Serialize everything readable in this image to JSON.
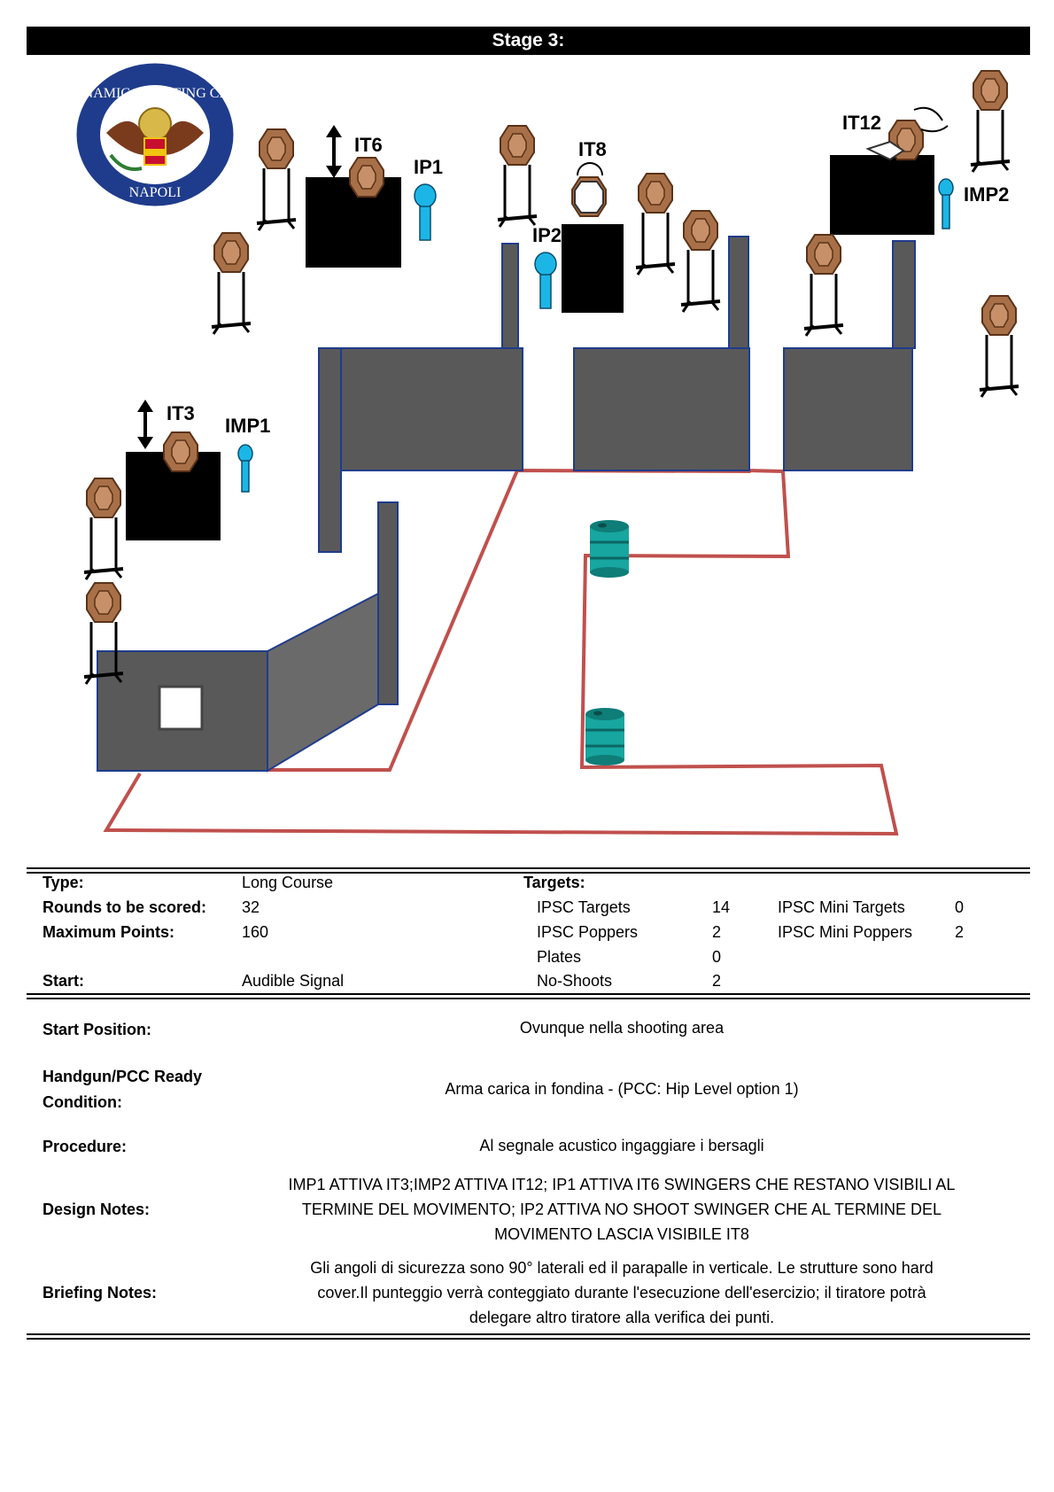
{
  "header": {
    "title": "Stage 3:"
  },
  "logo": {
    "top_text": "DYNAMIC SHOOTING CLUB",
    "bottom_text": "NAPOLI"
  },
  "diagram": {
    "labels": {
      "it6": "IT6",
      "ip1": "IP1",
      "it8": "IT8",
      "ip2": "IP2",
      "it12": "IT12",
      "imp2": "IMP2",
      "it3": "IT3",
      "imp1": "IMP1"
    }
  },
  "stats": {
    "type_label": "Type:",
    "type_value": "Long Course",
    "rounds_label": "Rounds to be scored:",
    "rounds_value": "32",
    "max_label": "Maximum Points:",
    "max_value": "160",
    "start_label": "Start:",
    "start_value": "Audible Signal",
    "targets_label": "Targets:",
    "targets": [
      {
        "name": "IPSC Targets",
        "count": "14"
      },
      {
        "name": "IPSC Poppers",
        "count": "2"
      },
      {
        "name": "Plates",
        "count": "0"
      },
      {
        "name": "No-Shoots",
        "count": "2"
      }
    ],
    "mini": [
      {
        "name": "IPSC Mini Targets",
        "count": "0"
      },
      {
        "name": "IPSC Mini Poppers",
        "count": "2"
      }
    ]
  },
  "details": {
    "start_position_label": "Start Position:",
    "start_position_value": "Ovunque nella shooting area",
    "ready_label_1": "Handgun/PCC Ready",
    "ready_label_2": "Condition:",
    "ready_value": "Arma carica in fondina - (PCC: Hip Level option 1)",
    "procedure_label": "Procedure:",
    "procedure_value": "Al segnale acustico ingaggiare i bersagli",
    "design_label": "Design Notes:",
    "design_line_1": "IMP1 ATTIVA IT3;IMP2 ATTIVA IT12; IP1 ATTIVA IT6 SWINGERS CHE RESTANO VISIBILI AL",
    "design_line_2": "TERMINE DEL MOVIMENTO; IP2 ATTIVA NO SHOOT SWINGER CHE AL TERMINE DEL",
    "design_line_3": "MOVIMENTO LASCIA VISIBILE IT8",
    "briefing_label": "Briefing Notes:",
    "briefing_line_1": "Gli angoli di sicurezza sono 90° laterali ed il parapalle in verticale. Le strutture sono hard",
    "briefing_line_2": "cover.Il punteggio verrà conteggiato durante l'esecuzione dell'esercizio; il tiratore potrà",
    "briefing_line_3": "delegare altro tiratore alla verifica  dei punti."
  }
}
